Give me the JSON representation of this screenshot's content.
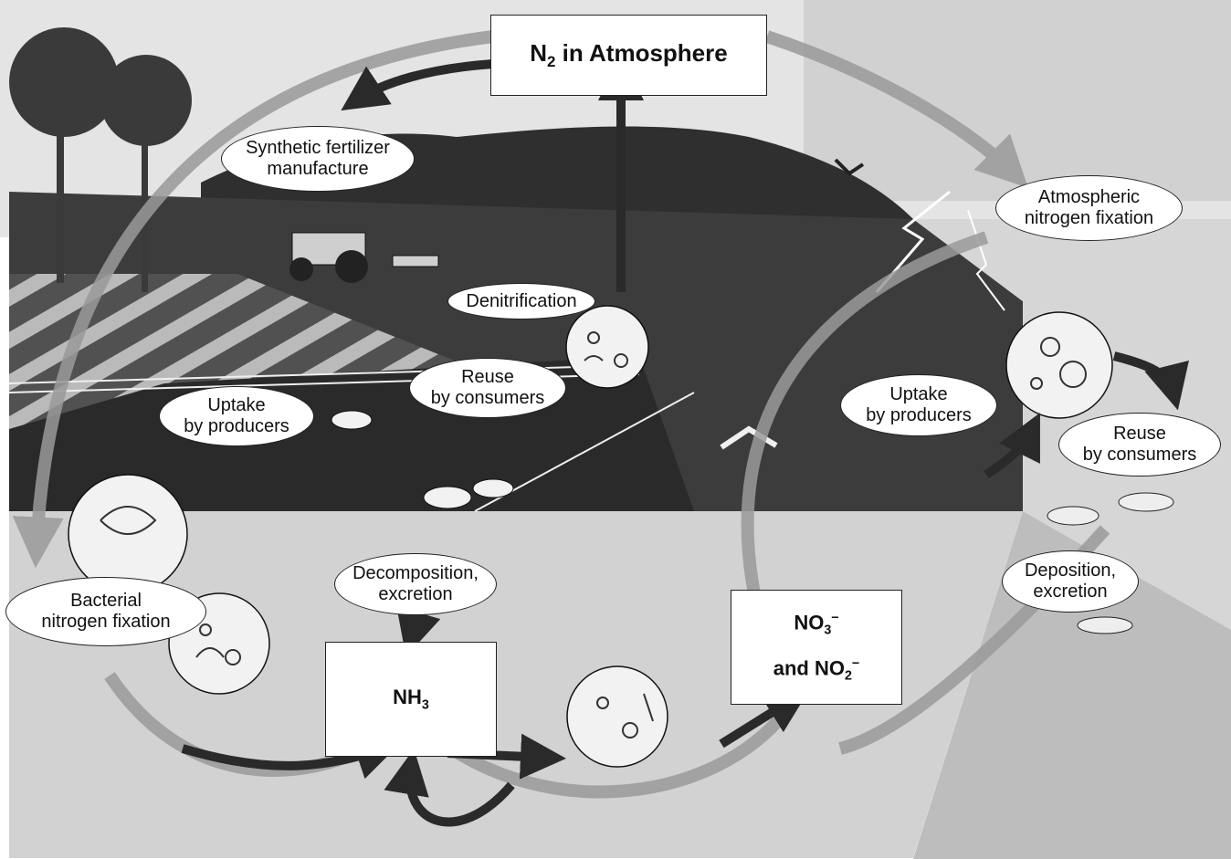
{
  "colors": {
    "sky": "#d9d9d9",
    "hill": "#2e2e2e",
    "ground_dark": "#3a3a3a",
    "soil": "#cfcfcf",
    "water": "#dcdcdc",
    "arrow": "#2a2a2a"
  },
  "atmosphere_box": {
    "base": "N",
    "sub": "2",
    "rest": " in Atmosphere"
  },
  "nh3_box": {
    "base": "NH",
    "sub": "3"
  },
  "no_box": {
    "line1_base": "NO",
    "line1_sub": "3",
    "line1_sup": "−",
    "line2_prefix": "and NO",
    "line2_sub": "2",
    "line2_sup": "−"
  },
  "labels": {
    "synthetic": "Synthetic fertilizer\nmanufacture",
    "atmospheric_fixation": "Atmospheric\nnitrogen fixation",
    "denitrification": "Denitrification",
    "reuse_left": "Reuse\nby consumers",
    "uptake_left": "Uptake\nby producers",
    "uptake_right": "Uptake\nby producers",
    "reuse_right": "Reuse\nby consumers",
    "decomposition": "Decomposition,\nexcretion",
    "bacterial_fixation": "Bacterial\nnitrogen fixation",
    "deposition": "Deposition,\nexcretion"
  },
  "icons": [
    "tree-icon",
    "tractor-icon",
    "cow-icon",
    "bird-icon",
    "fish-icon",
    "microbe-circle-icon",
    "root-nodule-icon",
    "lightning-icon"
  ]
}
